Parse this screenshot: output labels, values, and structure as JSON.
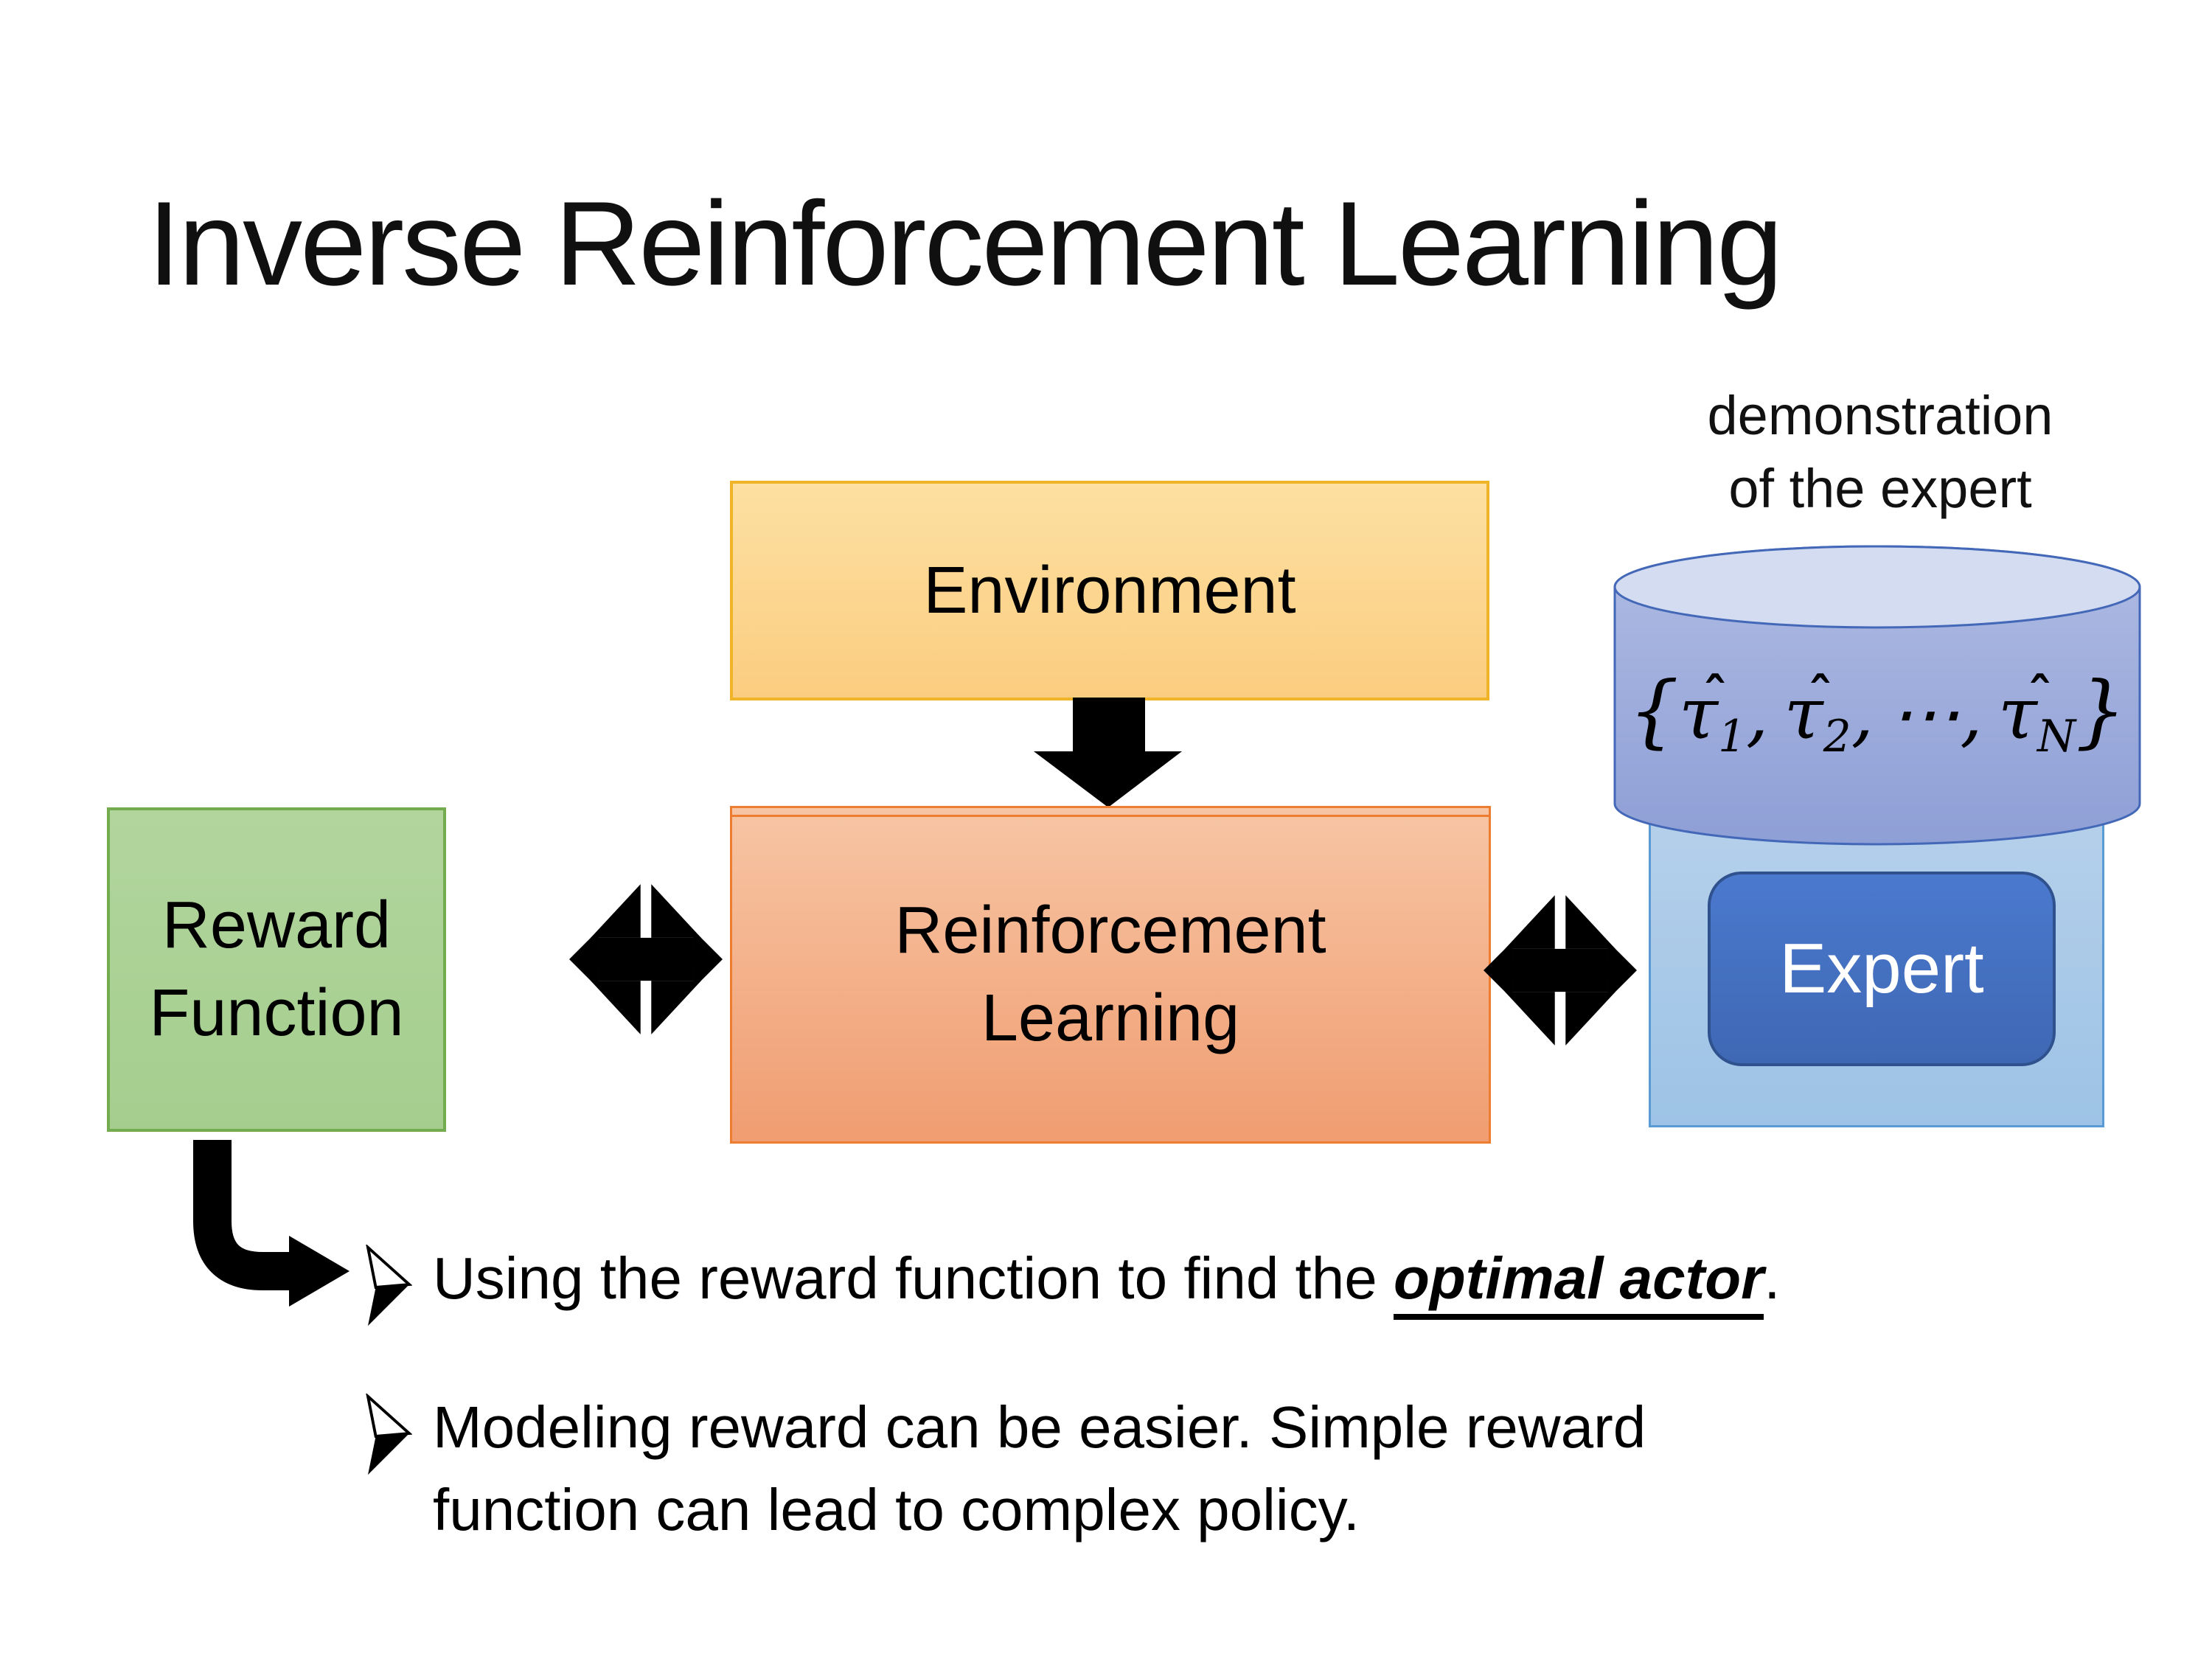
{
  "slide": {
    "title": "Inverse Reinforcement Learning",
    "demo_label": {
      "line1": "demonstration",
      "line2": "of the expert"
    },
    "boxes": {
      "environment": "Environment",
      "reward_function": {
        "line1": "Reward",
        "line2": "Function"
      },
      "reinforcement_learning": {
        "line1": "Reinforcement",
        "line2": "Learning"
      },
      "expert": "Expert"
    },
    "formula": {
      "lbrace": "{",
      "rbrace": "}",
      "tau": "τ",
      "hat": "ˆ",
      "terms": [
        {
          "sub": "1",
          "sep": ","
        },
        {
          "sub": "2",
          "sep": ","
        }
      ],
      "cdots": "⋯",
      "cdots_sep": ",",
      "last_sub": "N"
    },
    "bullets": [
      {
        "pre": "Using the reward function to find the ",
        "em": "optimal actor",
        "post": "."
      },
      {
        "text": "Modeling reward can be easier. Simple reward function can lead to complex policy."
      }
    ],
    "icons": {
      "down_arrow": "thick black down arrow from Environment to Reinforcement Learning",
      "double_arrow_left": "black multi-directional exchange arrow between Reward Function and Reinforcement Learning",
      "double_arrow_right": "black multi-directional exchange arrow between Reinforcement Learning and Expert",
      "elbow_arrow": "black bent arrow from Reward Function down to bullet list",
      "bullet_marker": "3D right-pointing arrowhead bullet"
    },
    "colors": {
      "bg": "#FFFFFF",
      "text": "#000000",
      "arrow": "#000000",
      "env_fill_top": "#FDE0A2",
      "env_fill_bottom": "#FBCD80",
      "env_border": "#F0B428",
      "green_fill_top": "#B2D59E",
      "green_fill_bottom": "#A5CE8E",
      "green_border": "#72AC4E",
      "orange_fill_top": "#F7C5A4",
      "orange_fill_bottom": "#F09D71",
      "orange_border": "#ED7D31",
      "blue_panel_top": "#BFD5EC",
      "blue_panel_bottom": "#9DC3E6",
      "blue_panel_border": "#5B9BD5",
      "cyl_top_fill": "#D4DCF1",
      "cyl_body_top": "#AFBBE3",
      "cyl_body_bottom": "#8E9FD6",
      "cyl_border": "#4468B8",
      "expert_fill_top": "#4B79CE",
      "expert_fill_bottom": "#3F68B4",
      "expert_border": "#2F528F",
      "expert_text": "#FFFFFF"
    }
  }
}
